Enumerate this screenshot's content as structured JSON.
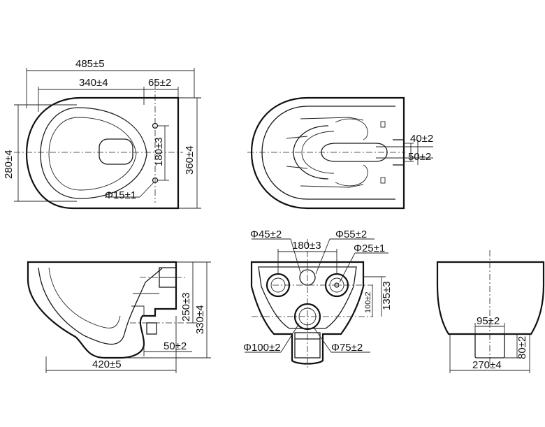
{
  "dimensions": {
    "overall_length": "485±5",
    "bowl_length": "340±4",
    "rear_offset": "65±2",
    "bowl_width": "280±4",
    "fixing_distance": "180±3",
    "overall_width": "360±4",
    "fixing_hole": "Φ15±1",
    "inlet_height": "40±2",
    "inlet_offset": "50±2",
    "inlet_dia": "Φ45±2",
    "rear_fixing": "180±3",
    "outlet_dia_upper": "Φ55±2",
    "bolt_dia": "Φ25±1",
    "rear_height": "135±3",
    "rear_height_small": "100±2",
    "outlet_dia": "Φ100±2",
    "waste_dia": "Φ75±2",
    "side_height_outlet": "250±3",
    "side_total_height": "330±4",
    "side_base_offset": "50±2",
    "side_length": "420±5",
    "front_spigot": "95±2",
    "front_spigot_h": "80±2",
    "front_width": "270±4"
  }
}
